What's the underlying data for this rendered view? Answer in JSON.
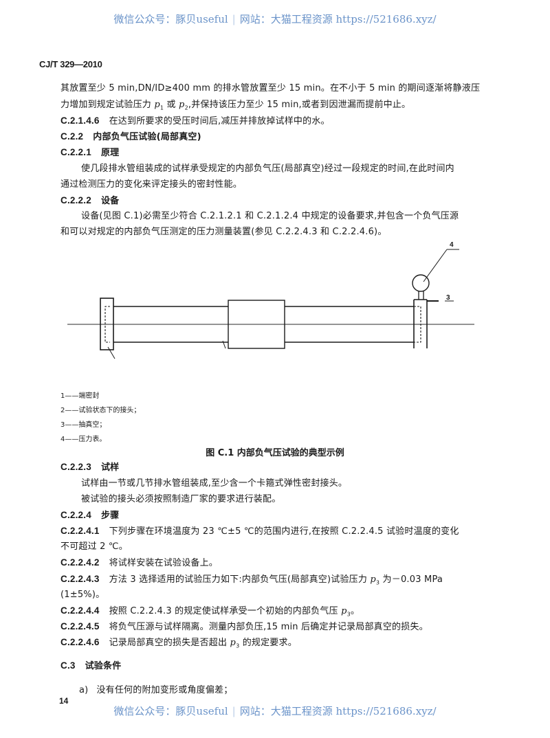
{
  "watermark": {
    "wechat": "微信公众号：豚贝useful",
    "separator": "|",
    "site": "网站：大猫工程资源 https://521686.xyz/"
  },
  "header": {
    "standard_code": "CJ/T 329—2010"
  },
  "body": {
    "p1_line1": "其放置至少 5 min,DN/ID≥400 mm 的排水管放置至少 15 min。在不小于 5 min 的期间逐渐将静液压",
    "p1_line2_a": "力增加到规定试验压力 ",
    "p1_line2_b": " 或 ",
    "p1_line2_c": ",并保持该压力至少 15 min,或者到因泄漏而提前中止。",
    "p_symbol": "p",
    "sub1": "1",
    "sub2": "2",
    "sub3": "3",
    "c2146": {
      "num": "C.2.1.4.6",
      "text": "在达到所要求的受压时间后,减压并排放掉试样中的水。"
    },
    "c222": {
      "num": "C.2.2",
      "title": "内部负气压试验(局部真空)"
    },
    "c2221": {
      "num": "C.2.2.1",
      "title": "原理"
    },
    "principle_line1": "使几段排水管组装成的试样承受规定的内部负气压(局部真空)经过一段规定的时间,在此时间内",
    "principle_line2": "通过检测压力的变化来评定接头的密封性能。",
    "c2222": {
      "num": "C.2.2.2",
      "title": "设备"
    },
    "equip_line1": "设备(见图 C.1)必需至少符合 C.2.1.2.1 和 C.2.1.2.4 中规定的设备要求,并包含一个负气压源",
    "equip_line2": "和可以对规定的内部负气压测定的压力测量装置(参见 C.2.2.4.3 和 C.2.2.4.6)。"
  },
  "figure": {
    "callouts": [
      "3",
      "4"
    ],
    "legend": [
      "1——端密封",
      "2——试验状态下的接头；",
      "3——抽真空；",
      "4——压力表。"
    ],
    "caption": "图 C.1   内部负气压试验的典型示例"
  },
  "sections": {
    "c2223": {
      "num": "C.2.2.3",
      "title": "试样"
    },
    "sample_line1": "试样由一节或几节排水管组装成,至少含一个卡箍式弹性密封接头。",
    "sample_line2": "被试验的接头必须按照制造厂家的要求进行装配。",
    "c2224": {
      "num": "C.2.2.4",
      "title": "步骤"
    },
    "c22241": {
      "num": "C.2.2.4.1",
      "text": "下列步骤在环境温度为 23 ℃±5 ℃的范围内进行,在按照 C.2.2.4.5 试验时温度的变化"
    },
    "c22241_cont": "不可超过 2 ℃。",
    "c22242": {
      "num": "C.2.2.4.2",
      "text": "将试样安装在试验设备上。"
    },
    "c22243": {
      "num": "C.2.2.4.3",
      "text_a": "方法 3 选择适用的试验压力如下:内部负气压(局部真空)试验压力 ",
      "text_b": " 为－0.03 MPa"
    },
    "c22243_cont": "(1±5%)。",
    "c22244": {
      "num": "C.2.2.4.4",
      "text_a": "按照 C.2.2.4.3 的规定使试样承受一个初始的内部负气压 ",
      "text_b": "。"
    },
    "c22245": {
      "num": "C.2.2.4.5",
      "text": "将负气压源与试样隔离。测量内部负压,15 min 后确定并记录局部真空的损失。"
    },
    "c22246": {
      "num": "C.2.2.4.6",
      "text_a": "记录局部真空的损失是否超出 ",
      "text_b": " 的规定要求。"
    },
    "c3": {
      "num": "C.3",
      "title": "试验条件"
    },
    "item_a": {
      "label": "a)",
      "text": "没有任何的附加变形或角度偏差；"
    }
  },
  "footer": {
    "page_number": "14"
  }
}
